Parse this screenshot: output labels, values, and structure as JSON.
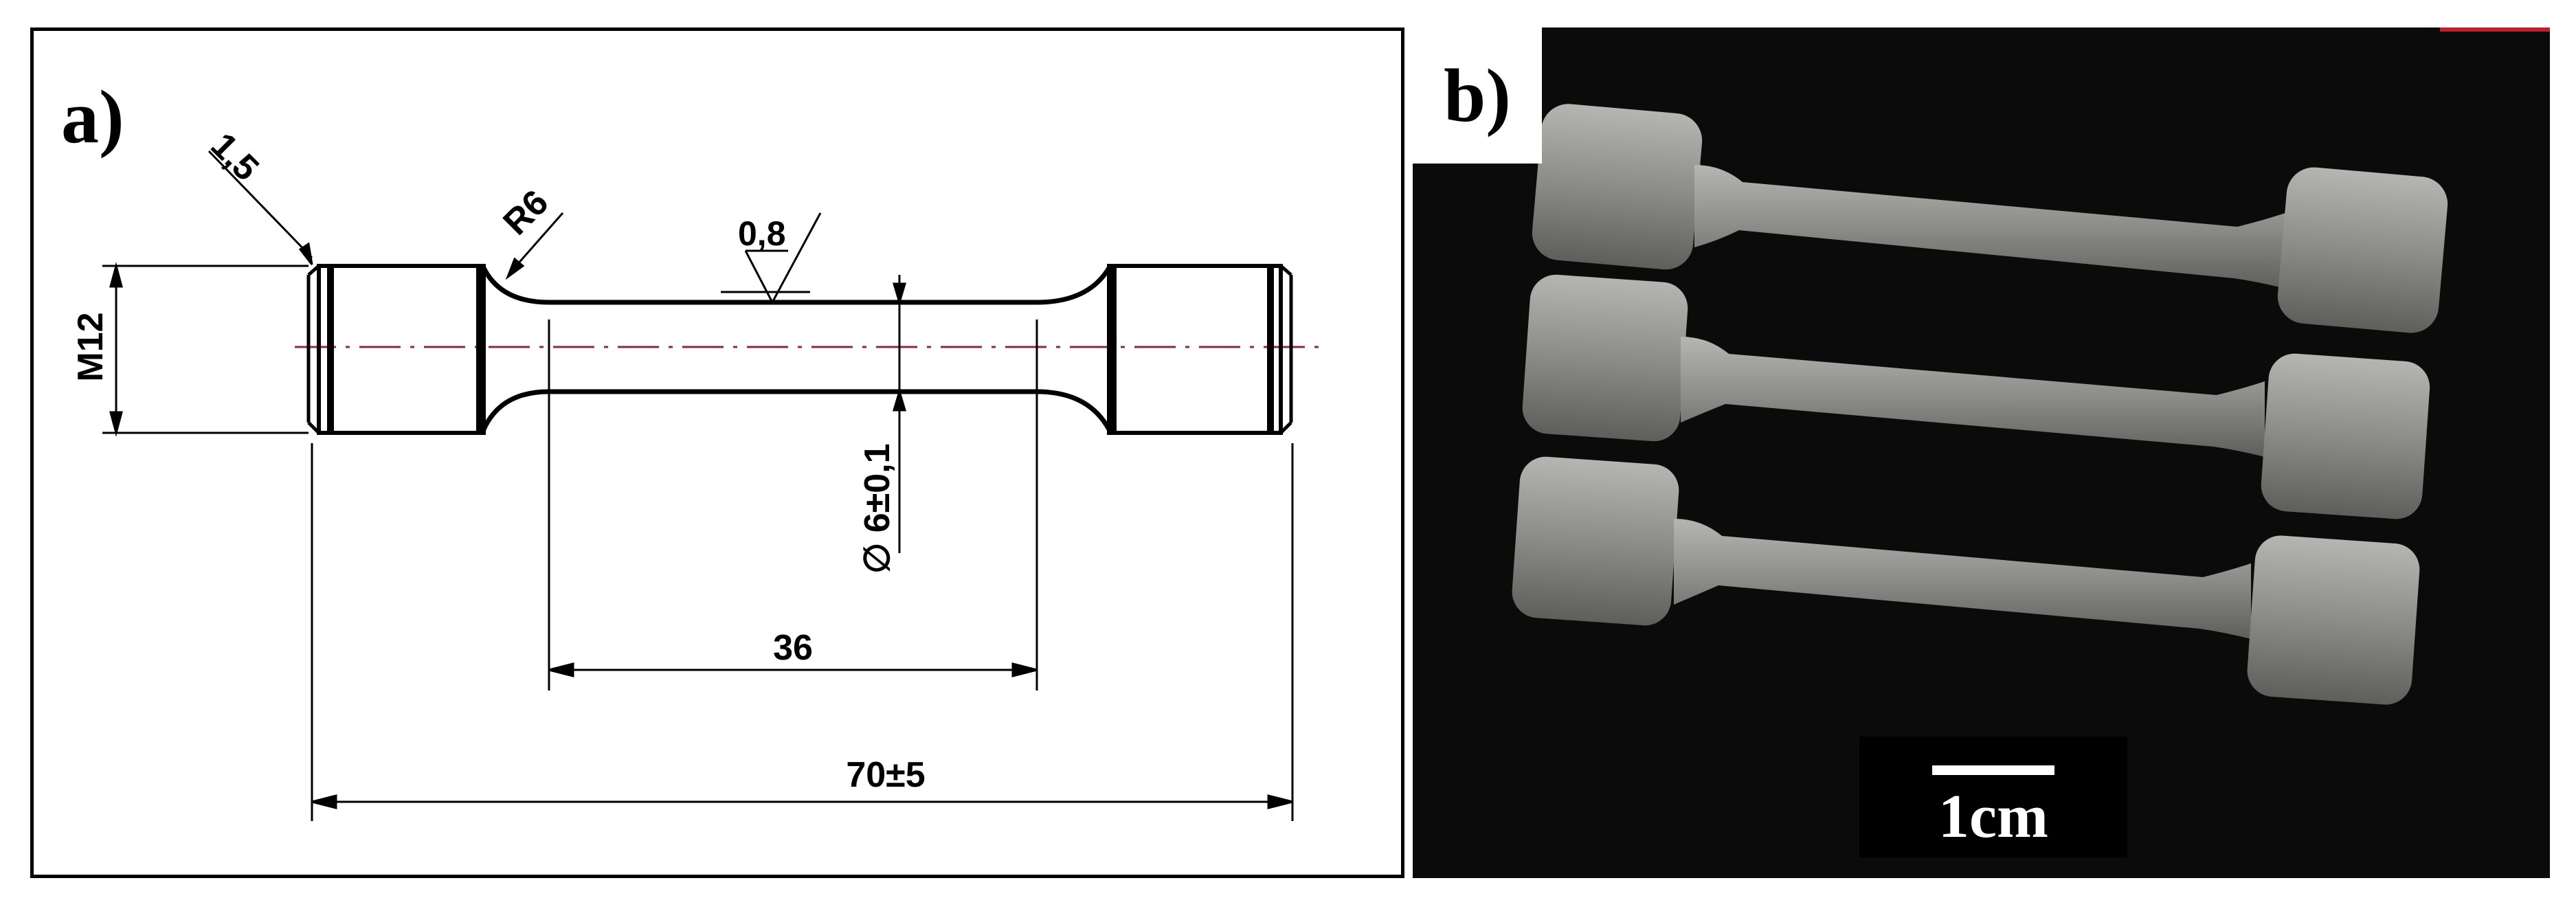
{
  "panel_a": {
    "label": "a)",
    "dimensions": {
      "chamfer": "1,5",
      "radius": "R6",
      "roughness": "0,8",
      "thread": "M12",
      "gauge_diameter": "∅ 6±0,1",
      "gauge_length": "36",
      "total_length": "70±5"
    },
    "colors": {
      "centerline": "#8b2a3a",
      "lines": "#000000"
    }
  },
  "panel_b": {
    "label": "b)",
    "scale_bar": "1cm",
    "specimen_count": 3,
    "colors": {
      "background": "#0b0b0b",
      "specimen": "#8e8e8e",
      "accent": "#c0202a"
    }
  }
}
